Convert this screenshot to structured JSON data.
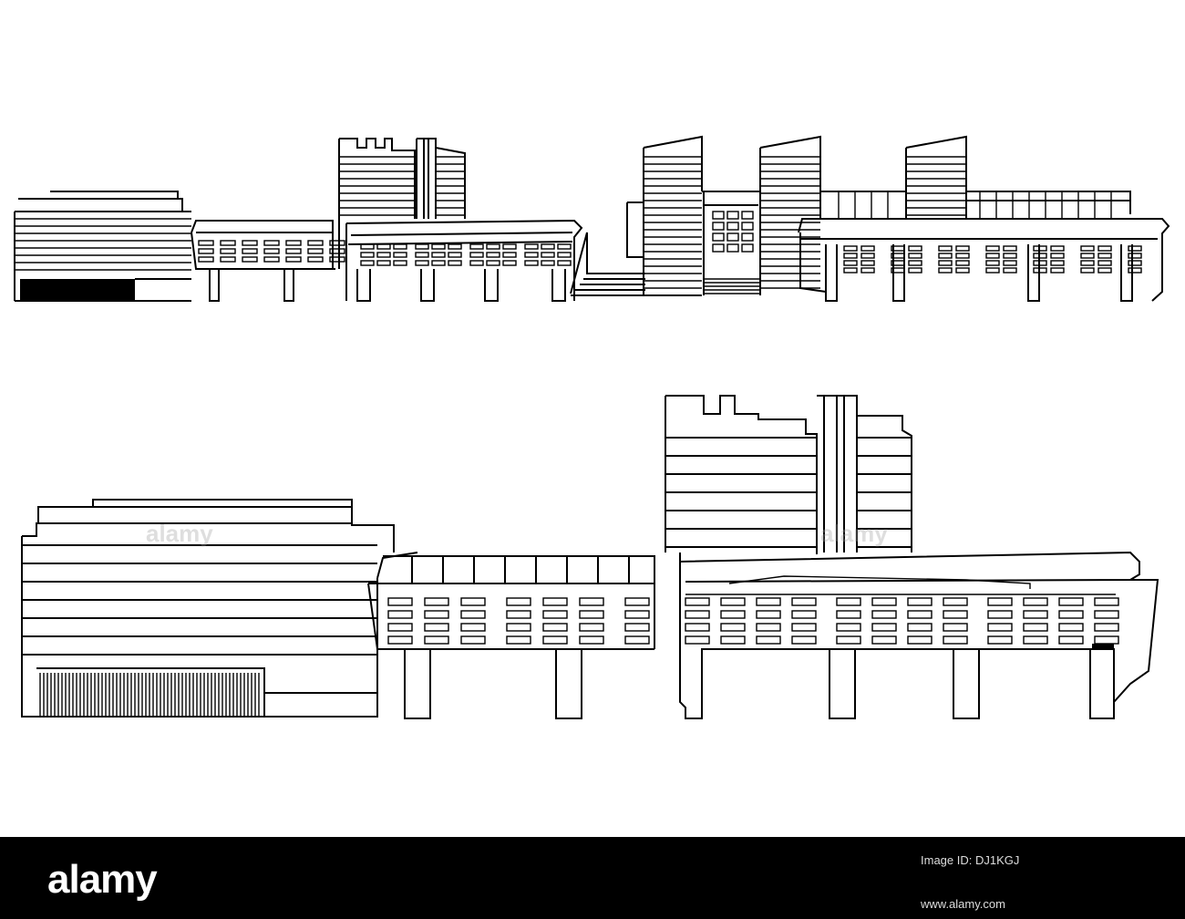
{
  "image": {
    "alt": "Line drawing of a modern office and residential building complex, shown twice: a wide skyline view above and an enlarged detail below"
  },
  "footer": {
    "logo_text": "alamy",
    "logo_color": "#ffffff",
    "background_color": "#000000",
    "image_id_label": "Image ID: DJ1KGJ",
    "image_id": "DJ1KGJ",
    "site": "www.alamy.com"
  },
  "watermark": {
    "text": "alamy"
  }
}
